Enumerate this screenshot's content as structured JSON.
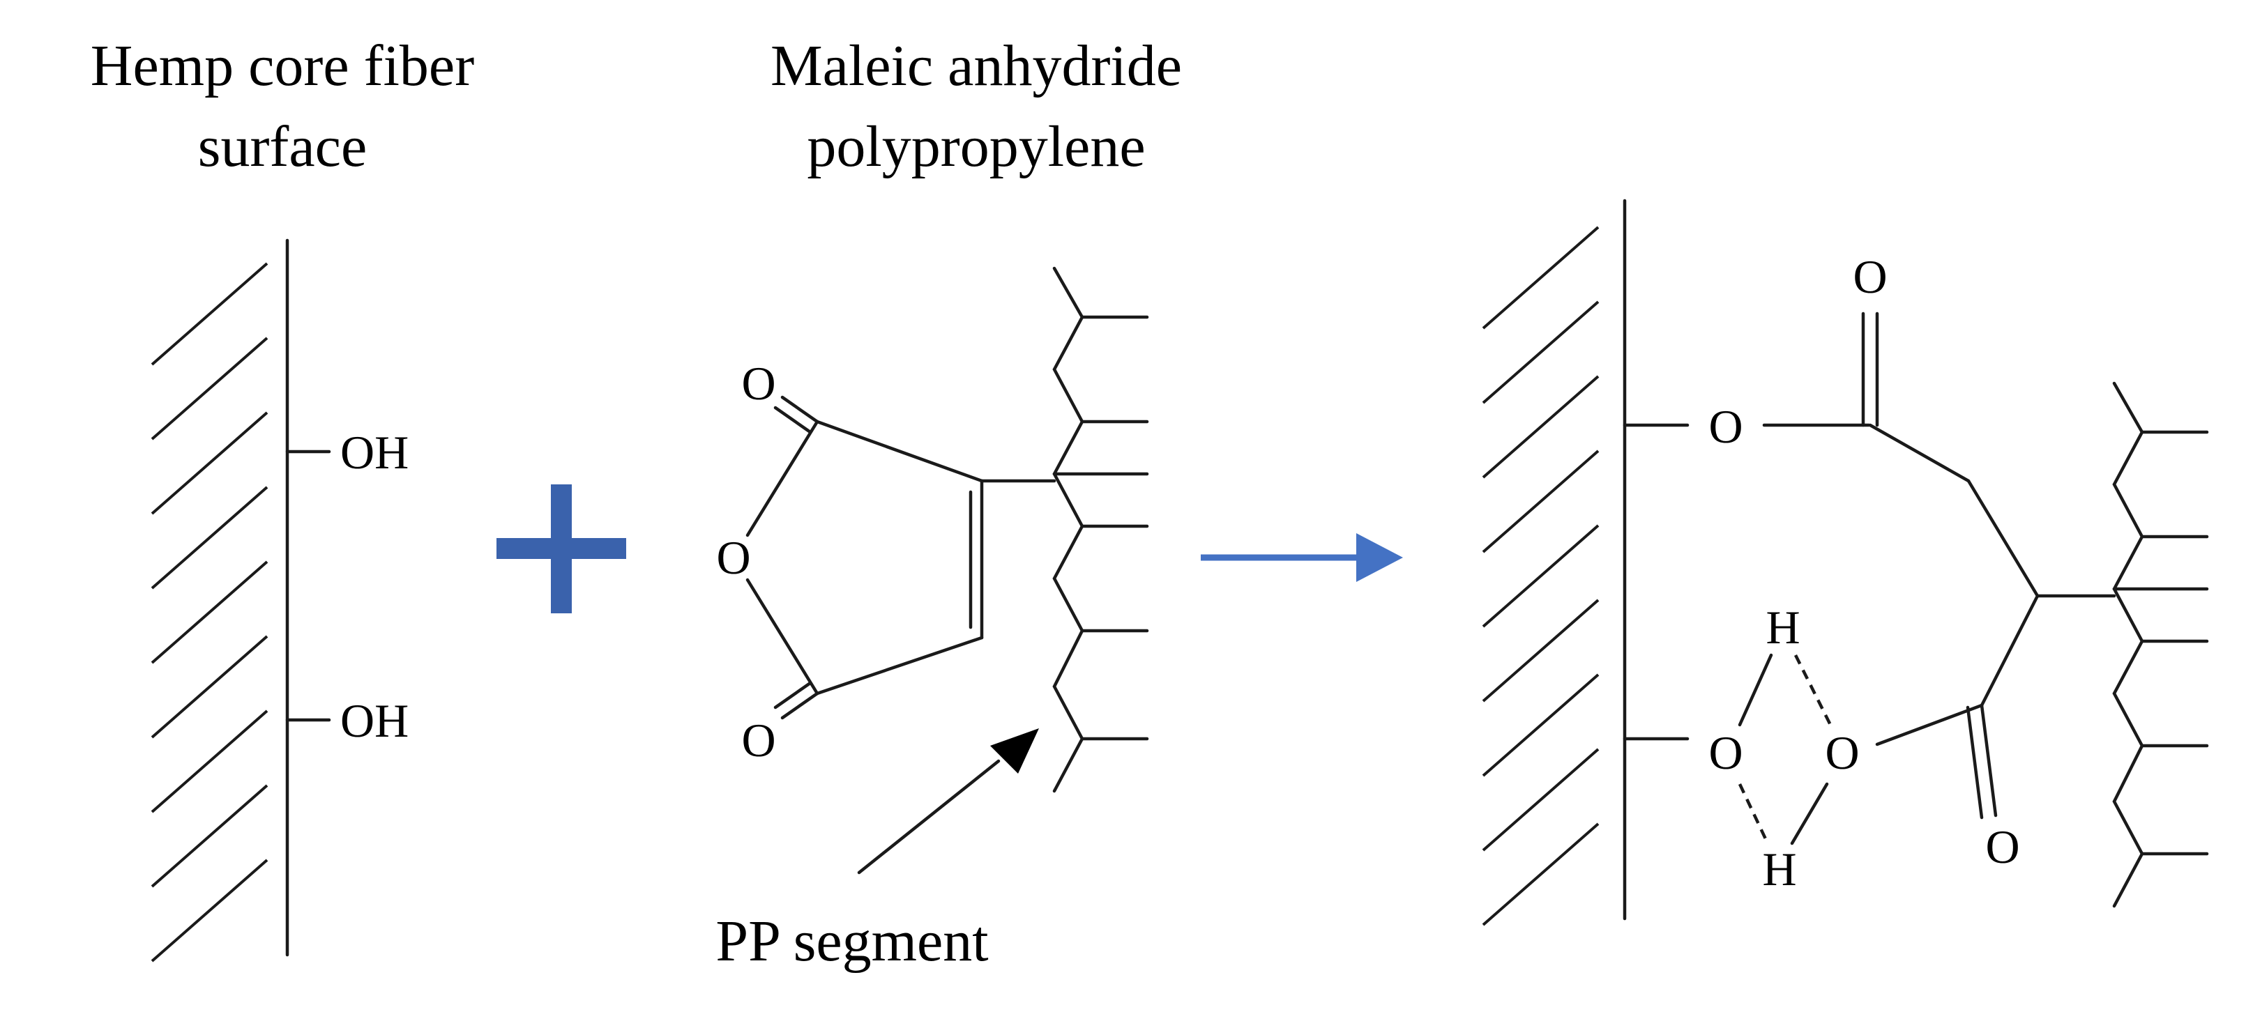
{
  "labels": {
    "fiber_title_line1": "Hemp core fiber",
    "fiber_title_line2": "surface",
    "mapp_title_line1": "Maleic anhydride",
    "mapp_title_line2": "polypropylene",
    "pp_segment": "PP segment"
  },
  "atoms": {
    "hydroxyl": "OH",
    "oxygen": "O",
    "hydrogen": "H"
  },
  "colors": {
    "plus": "#3a62ac",
    "reaction_arrow": "#4472c4",
    "line": "#1a1a1a"
  },
  "icons": {
    "plus_sign": "plus-icon",
    "reaction_arrow": "arrow-right-icon",
    "pointer_arrow": "arrow-pointer-icon"
  }
}
